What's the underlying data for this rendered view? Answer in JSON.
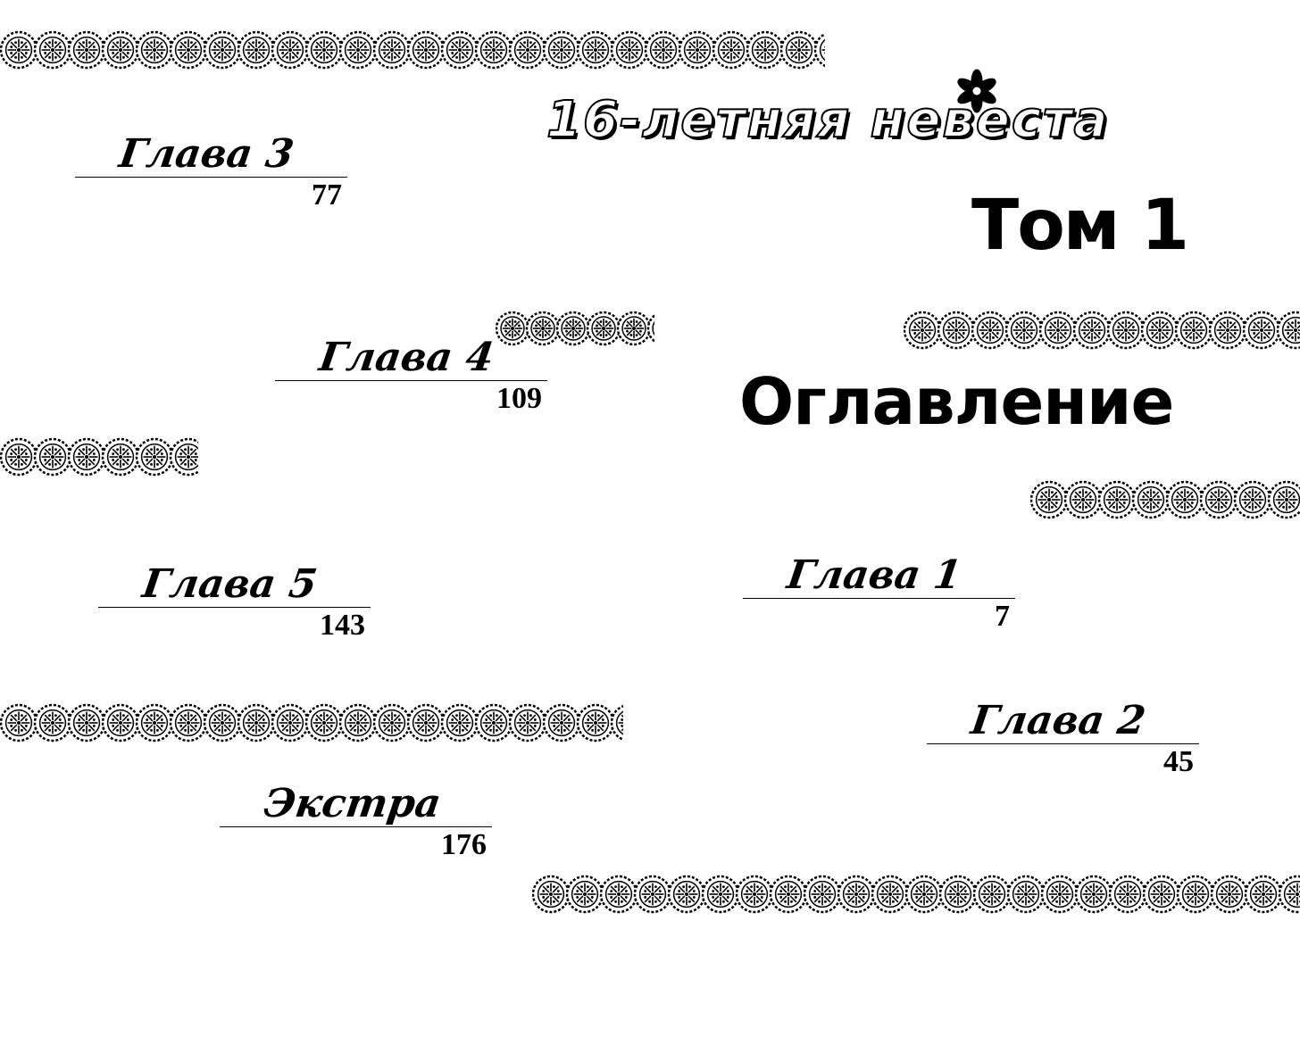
{
  "title": "16-летняя невеста",
  "volume": "Том 1",
  "contents_heading": "Оглавление",
  "entries": [
    {
      "label": "Глава 1",
      "page": "7"
    },
    {
      "label": "Глава 2",
      "page": "45"
    },
    {
      "label": "Глава 3",
      "page": "77"
    },
    {
      "label": "Глава 4",
      "page": "109"
    },
    {
      "label": "Глава 5",
      "page": "143"
    },
    {
      "label": "Экстра",
      "page": "176"
    }
  ],
  "colors": {
    "ink": "#000000",
    "paper": "#ffffff"
  },
  "ornament": "lace-flower-border"
}
